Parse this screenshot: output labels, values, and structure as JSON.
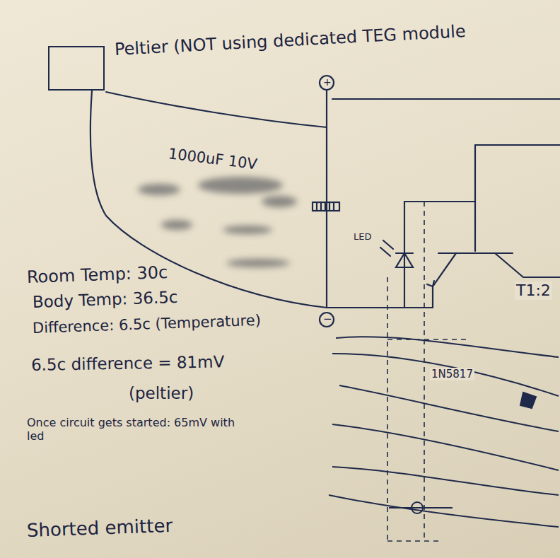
{
  "diagram": {
    "nodes": [
      {
        "text": [
          "Peltier (NOT using dedicated TEG module"
        ]
      }
    ],
    "labels": [
      "+",
      "1000uF 10V",
      "LED",
      "T1:2",
      "−",
      "Room Temp: 30c",
      "Body Temp: 36.5c",
      "Difference: 6.5c (Temperature)",
      "6.5c difference = 81mV",
      "(peltier)",
      "Once circuit gets started: 65mV with led",
      "1N5817",
      "Shorted emitter"
    ]
  }
}
